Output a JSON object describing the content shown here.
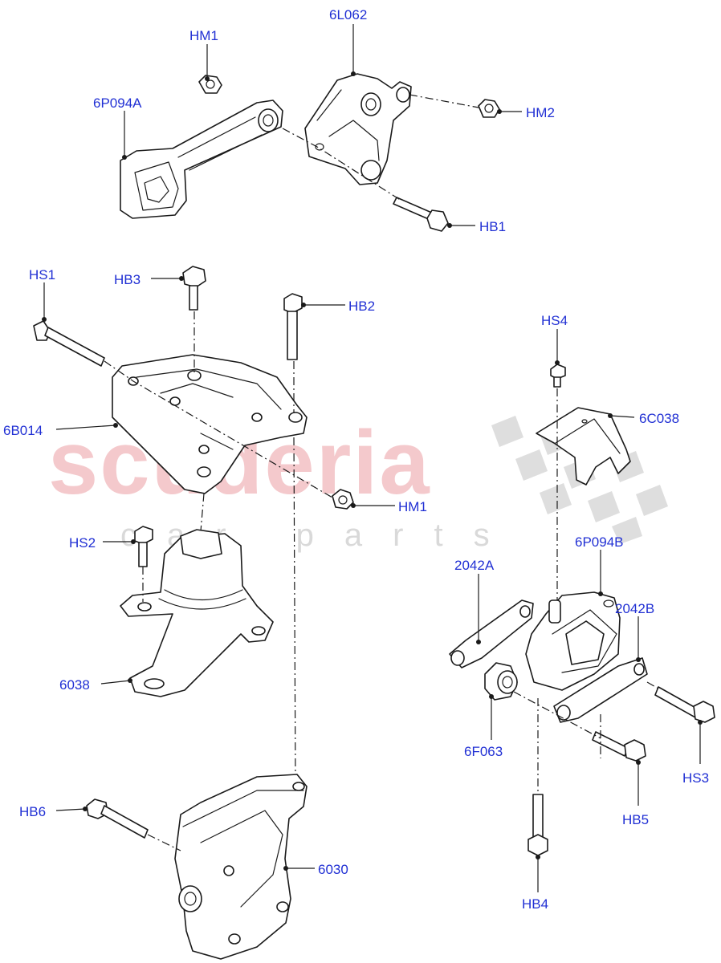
{
  "watermark": {
    "brand": "scuderia",
    "tagline": "car parts"
  },
  "labels": {
    "hm1_top": "HM1",
    "l6L062": "6L062",
    "l6P094A": "6P094A",
    "hm2": "HM2",
    "hb1": "HB1",
    "hs1": "HS1",
    "hb3": "HB3",
    "hb2": "HB2",
    "l6B014": "6B014",
    "hm1_mid": "HM1",
    "hs2": "HS2",
    "l6038": "6038",
    "hb6": "HB6",
    "l6030": "6030",
    "hs4": "HS4",
    "l6C038": "6C038",
    "l6P094B": "6P094B",
    "l2042A": "2042A",
    "l2042B": "2042B",
    "l6F063": "6F063",
    "hs3": "HS3",
    "hb5": "HB5",
    "hb4": "HB4"
  },
  "colors": {
    "label": "#2130d4",
    "line": "#1a1a1a",
    "watermark": "#f4c9cc"
  }
}
